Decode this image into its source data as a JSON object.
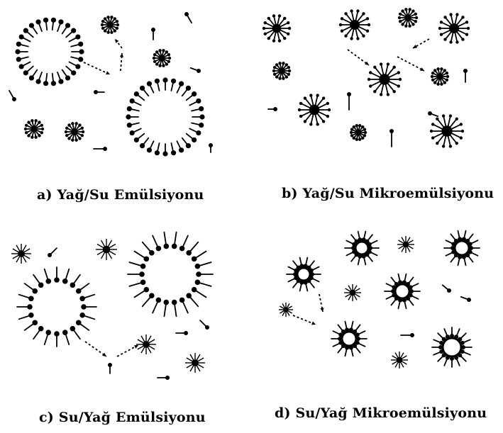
{
  "panels": [
    {
      "id": "a",
      "caption": "a) Yağ/Su Emülsiyonu"
    },
    {
      "id": "b",
      "caption": "b) Yağ/Su Mikroemülsiyonu"
    },
    {
      "id": "c",
      "caption": "c) Su/Yağ Emülsiyonu"
    },
    {
      "id": "d",
      "caption": "d) Su/Yağ Mikroemülsiyonu"
    }
  ],
  "colors": {
    "ink": "#000000",
    "background": "#ffffff"
  }
}
